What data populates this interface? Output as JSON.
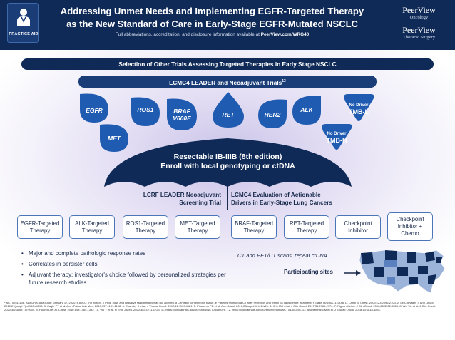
{
  "header": {
    "badge_text": "PRACTICE AID",
    "title_line1": "Addressing Unmet Needs and Implementing EGFR-Targeted Therapy",
    "title_line2": "as the New Standard of Care in Early-Stage EGFR-Mutated NSCLC",
    "subtitle_prefix": "Full abbreviations, accreditation, and disclosure information available at",
    "subtitle_link": "PeerView.com/WRG40",
    "brand1_name": "PeerView",
    "brand1_sub": "Oncology",
    "brand2_name": "PeerView",
    "brand2_sub": "Thoracic Surgery"
  },
  "banners": {
    "selection": "Selection of Other Trials Assessing Targeted Therapies in Early Stage NSCLC",
    "lcmc4": "LCMC4 LEADER and Neoadjuvant Trials",
    "lcmc4_ref": "13"
  },
  "drops": {
    "egfr": "EGFR",
    "ros1": "ROS1",
    "braf_line1": "BRAF",
    "braf_line2": "V600E",
    "ret": "RET",
    "her2": "HER2",
    "alk": "ALK",
    "met": "MET",
    "tmbl_small": "No Driver",
    "tmbl_big": "TMB-L",
    "tmbh_small": "No Driver",
    "tmbh_big": "TMB-H"
  },
  "umbrella": {
    "line1": "Resectable IB-IIIB (8th edition)",
    "line2": "Enroll with local genotyping or ctDNA"
  },
  "trials": {
    "left_line1": "LCRF LEADER Neoadjuvant",
    "left_line2": "Screening Trial",
    "right_line1": "LCMC4 Evaluation of Actionable",
    "right_line2": "Drivers in Early-Stage Lung Cancers"
  },
  "therapies": [
    "EGFR-Targeted Therapy",
    "ALK-Targeted Therapy",
    "ROS1-Targeted Therapy",
    "MET-Targeted Therapy",
    "BRAF-Targeted Therapy",
    "RET-Targeted Therapy",
    "Checkpoint Inhibitor",
    "Checkpoint Inhibitor + Chemo"
  ],
  "bullets": [
    "Major and complete pathologic response rates",
    "Correlates in persister cells",
    "Adjuvant therapy: investigator's choice followed by personalized strategies per future research studies"
  ],
  "ct_note": "CT and PET/CT scans, repeat ctDNA",
  "sites_label": "Participating sites",
  "footnotes": "* NCT02511106, ADAURA data cutoff: January 17, 2020. b AJCC, 7th edition. c Prior, post, and palliative radiotherapy was not allowed. d Centrally confirmed in tissue. e Patients received a CT after resection and within 28 days before treatment. f Stage IB/II/IIIA. 1. Dutta D, Lahiri B. Chest. 2003;123:2096-2103. 2. Le Chevalier T. Ann Oncol. 2010;21(suppl 7):vii196-vii198. 3. Cagle PT et al. Arch Pathol Lab Med. 2013;137:1191-1198. 4. Chansky K et al. J Thorac Oncol. 2017;12:1109-1121. 5. Pisoterno PE et al. Ann Oncol. 2017;28(suppl 4):iv1-iv21. 6. Kris MG et al. J Clin Oncol. 2017;35:2960-2974. 7. Pignon J et al. J Clin Oncol. 2008;26:3552-3559. 8. Wu Y-L et al. J Clin Oncol. 2020;38(suppl 15):9005. 9. Huang Q et al. Chest. 2016;149:1384-1392. 10. Wu Y et al. N Engl J Med. 2020;383:1711-1723. 11. https://clinicaltrials.gov/ct2/show/NCT03456076. 12. https://clinicaltrials.gov/ct2/show/record/NCT04351555. 13. Blumenthal GM et al. J Thorac Oncol. 2018;13:1818-1831.",
  "colors": {
    "navy": "#0f2a57",
    "drop_blue": "#1f5bb0",
    "box_border": "#4a76b8"
  }
}
